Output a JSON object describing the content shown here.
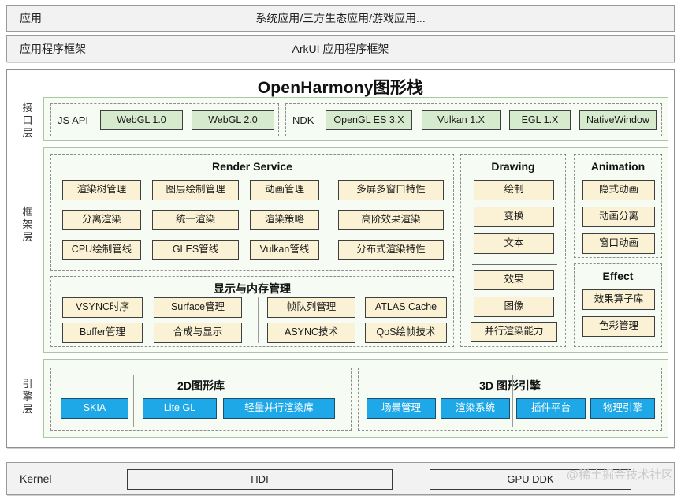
{
  "top_bars": [
    {
      "label": "应用",
      "center": "系统应用/三方生态应用/游戏应用..."
    },
    {
      "label": "应用程序框架",
      "center": "ArkUI 应用程序框架"
    }
  ],
  "stack": {
    "title": "OpenHarmony图形栈",
    "layers": [
      {
        "name": "接口层"
      },
      {
        "name": "框架层"
      },
      {
        "name": "引擎层"
      }
    ]
  },
  "interface_layer": {
    "js_api": {
      "label": "JS API",
      "items": [
        "WebGL 1.0",
        "WebGL 2.0"
      ]
    },
    "ndk": {
      "label": "NDK",
      "items": [
        "OpenGL ES 3.X",
        "Vulkan 1.X",
        "EGL 1.X",
        "NativeWindow"
      ]
    }
  },
  "framework_layer": {
    "render_service": {
      "title": "Render Service",
      "left_items": [
        "渲染树管理",
        "图层绘制管理",
        "动画管理",
        "分离渲染",
        "统一渲染",
        "渲染策略",
        "CPU绘制管线",
        "GLES管线",
        "Vulkan管线"
      ],
      "right_items": [
        "多屏多窗口特性",
        "高阶效果渲染",
        "分布式渲染特性"
      ]
    },
    "display_memory": {
      "title": "显示与内存管理",
      "left_items": [
        "VSYNC时序",
        "Surface管理",
        "Buffer管理",
        "合成与显示"
      ],
      "right_items": [
        "帧队列管理",
        "ATLAS Cache",
        "ASYNC技术",
        "QoS绘帧技术"
      ]
    },
    "drawing": {
      "title": "Drawing",
      "top_items": [
        "绘制",
        "变换",
        "文本"
      ],
      "bottom_items": [
        "效果",
        "图像",
        "并行渲染能力"
      ]
    },
    "animation": {
      "title": "Animation",
      "items": [
        "隐式动画",
        "动画分离",
        "窗口动画"
      ]
    },
    "effect": {
      "title": "Effect",
      "items": [
        "效果算子库",
        "色彩管理"
      ]
    }
  },
  "engine_layer": {
    "lib2d": {
      "title": "2D图形库",
      "items": [
        "SKIA",
        "Lite GL",
        "轻量并行渲染库"
      ]
    },
    "engine3d": {
      "title": "3D 图形引擎",
      "items": [
        "场景管理",
        "渲染系统",
        "插件平台",
        "物理引擎"
      ]
    }
  },
  "kernel_bar": {
    "label": "Kernel",
    "items": [
      "HDI",
      "GPU DDK"
    ]
  },
  "watermark": "@稀土掘金技术社区",
  "colors": {
    "green_chip": "#d6eace",
    "cream_chip": "#fbf2d5",
    "blue_chip": "#1fa8e8",
    "green_container": "#f6fbf4",
    "bar_gray": "#f2f2f2"
  }
}
